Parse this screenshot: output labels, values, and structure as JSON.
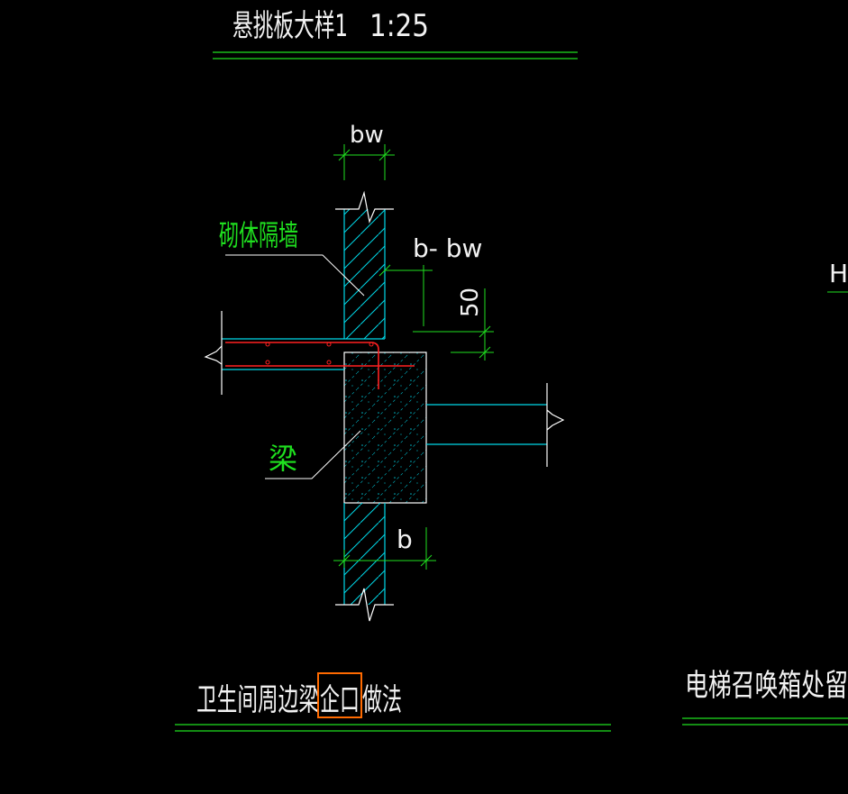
{
  "titles": {
    "top_title": "悬挑板大样1",
    "top_scale": "1:25",
    "bottom_title_prefix": "卫生间周边梁",
    "bottom_title_highlight": "企口",
    "bottom_title_suffix": "做法",
    "right_title": "电梯召唤箱处留",
    "right_edge_letter": "H"
  },
  "labels": {
    "bw": "bw",
    "b_minus_bw": "b- bw",
    "dim_50": "50",
    "b": "b",
    "masonry_wall": "砌体隔墙",
    "beam": "梁"
  },
  "colors": {
    "background": "#000000",
    "outline": "#00d8e8",
    "dimension": "#1fe01f",
    "rebar": "#ff2020",
    "text": "#f2f2f2",
    "leader": "#ffffff",
    "highlight_box": "#ff6a00"
  }
}
